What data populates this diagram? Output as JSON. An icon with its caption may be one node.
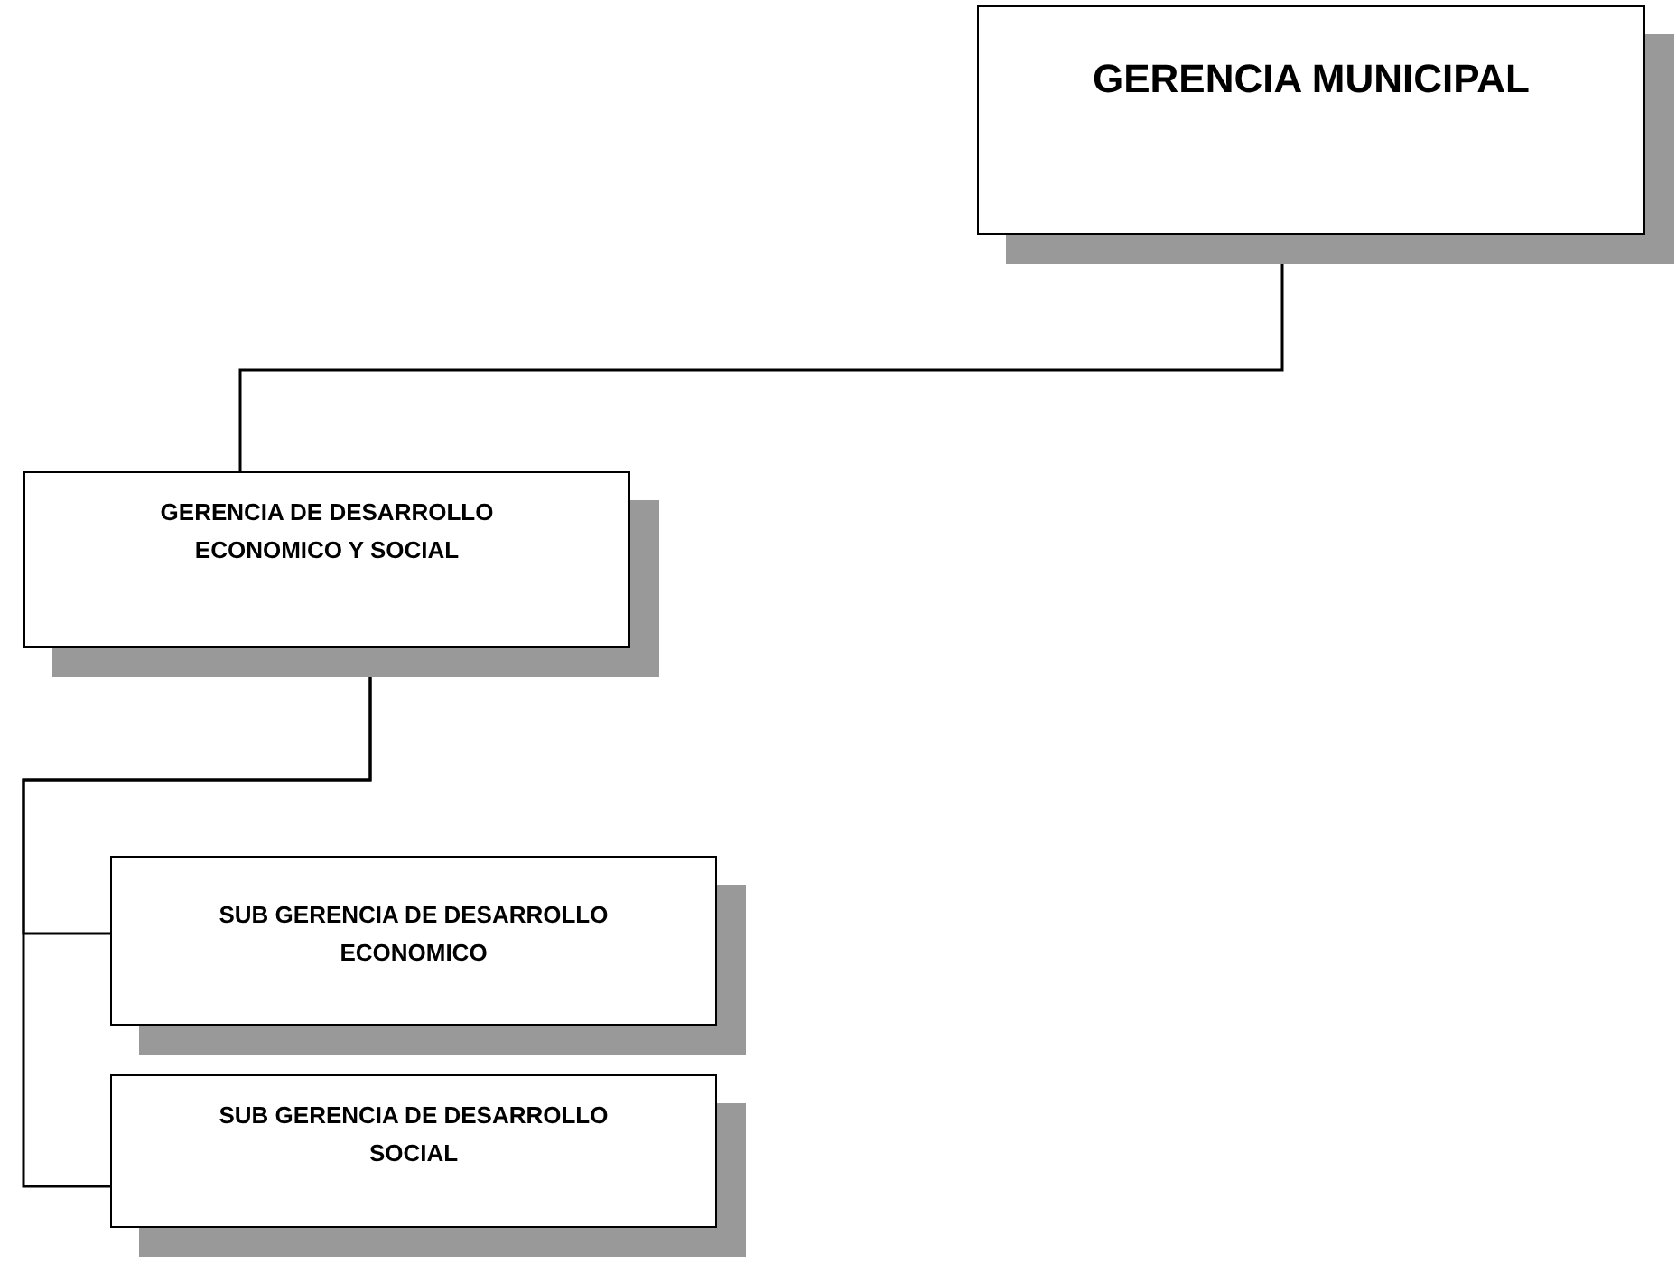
{
  "diagram": {
    "nodes": [
      {
        "text": [
          "GERENCIA MUNICIPAL"
        ]
      },
      {
        "text": [
          "GERENCIA DE DESARROLLO ECONOMICO Y SOCIAL"
        ]
      },
      {
        "text": [
          "SUB GERENCIA DE DESARROLLO ECONOMICO"
        ]
      },
      {
        "text": [
          "SUB GERENCIA DE DESARROLLO SOCIAL"
        ]
      }
    ],
    "edges": [
      {
        "from": 0,
        "to": 1,
        "arrow": "none"
      },
      {
        "from": 1,
        "to": 2,
        "arrow": "none"
      },
      {
        "from": 1,
        "to": 3,
        "arrow": "none"
      }
    ]
  }
}
